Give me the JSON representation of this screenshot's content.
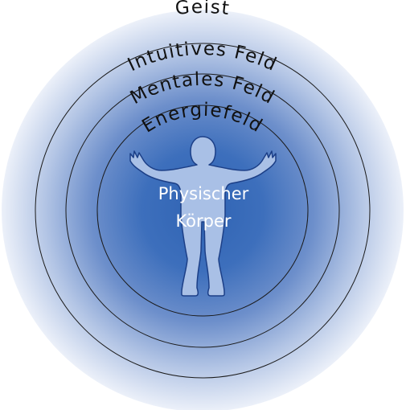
{
  "diagram": {
    "layers": [
      {
        "label": "Geist"
      },
      {
        "label": "Intuitives Feld"
      },
      {
        "label": "Mentales Feld"
      },
      {
        "label": "Energiefeld"
      }
    ],
    "center": {
      "line1": "Physischer",
      "line2": "Körper"
    },
    "colors": {
      "core": "#2f63b3",
      "mid": "#6d8fcb",
      "outer": "#eef2fa",
      "figure": "#a9c0e6",
      "figure_outline": "#1c3f87"
    }
  }
}
